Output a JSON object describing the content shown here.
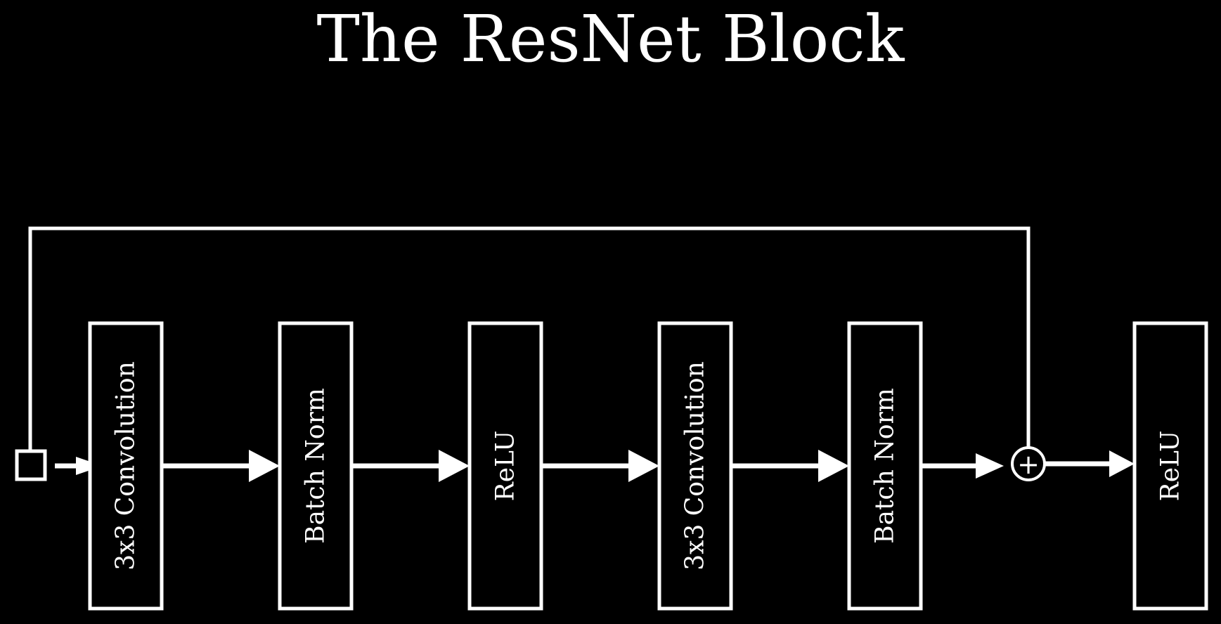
{
  "title": "The ResNet Block",
  "blocks": [
    {
      "label": "3x3 Convolution"
    },
    {
      "label": "Batch Norm"
    },
    {
      "label": "ReLU"
    },
    {
      "label": "3x3 Convolution"
    },
    {
      "label": "Batch Norm"
    },
    {
      "label": "ReLU"
    }
  ],
  "add_symbol": "+",
  "colors": {
    "background": "#000000",
    "foreground": "#ffffff"
  }
}
